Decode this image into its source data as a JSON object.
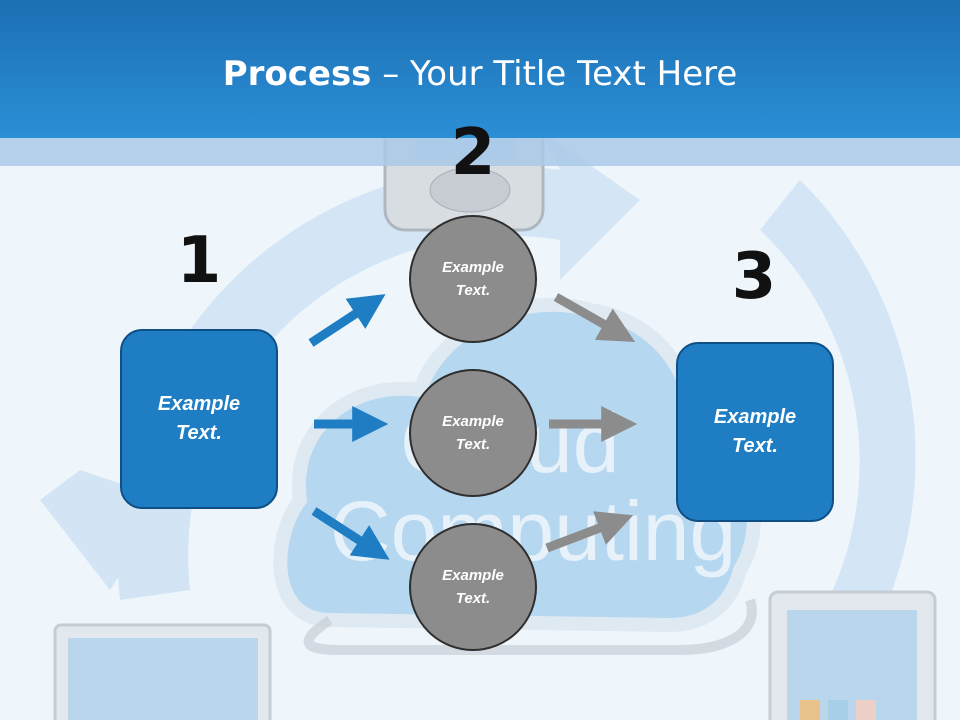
{
  "title": {
    "bold": "Process",
    "rest": " – Your Title Text Here"
  },
  "background_text": {
    "line1": "Cloud",
    "line2": "Computing"
  },
  "steps": [
    {
      "number": "1",
      "box_text": "Example Text."
    },
    {
      "number": "2",
      "circles": [
        "Example Text.",
        "Example Text.",
        "Example Text."
      ]
    },
    {
      "number": "3",
      "box_text": "Example Text."
    }
  ],
  "colors": {
    "header": "#2b8fd6",
    "box": "#1f7dc3",
    "circle": "#8c8c8c",
    "arrow_blue": "#1f7dc3",
    "arrow_gray": "#8c8c8c"
  },
  "icons": [
    "mobile-phone-icon",
    "cloud-icon",
    "laptop-icon",
    "tablet-icon",
    "cycle-arrows-icon"
  ]
}
